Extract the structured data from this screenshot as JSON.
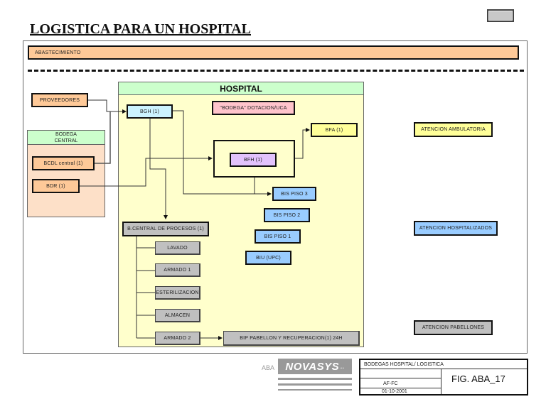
{
  "title": "LOGISTICA PARA UN HOSPITAL",
  "corner_button": {
    "icon": "window-button-icon"
  },
  "abastecimiento": "ABASTECIMIENTO",
  "hospital": {
    "header": "HOSPITAL",
    "nodes": {
      "bgh": "BGH (1)",
      "bodega_dotacion": "\"BODEGA\" DOTACION/UCA",
      "bfa": "BFA (1)",
      "bfh": "BFH (1)",
      "bis_piso3": "BIS PISO 3",
      "bis_piso2": "BIS PISO 2",
      "bis_piso1": "BIS PISO 1",
      "biu": "BIU (UPC)",
      "bcentral": "B.CENTRAL DE  PROCESOS (1)",
      "processes": [
        "LAVADO",
        "ARMADO 1",
        "ESTERILIZACION",
        "ALMACEN",
        "ARMADO 2"
      ],
      "bip": "BIP PABELLON Y RECUPERACION(1) 24H"
    }
  },
  "external": {
    "proveedores": "PROVEEDORES",
    "bodega_central": {
      "header_line1": "BODEGA",
      "header_line2": "CENTRAL",
      "bcdl": "BCDL central (1)",
      "bdr": "BDR (1)"
    }
  },
  "atencion": {
    "ambulatoria": "ATENCION AMBULATORIA",
    "hospitalizados": "ATENCION HOSPITALIZADOS",
    "pabellones": "ATENCION PABELLONES"
  },
  "footer": {
    "logo_prefix": "ABA",
    "logo_name": "NOVASYS",
    "logo_suffix": "..",
    "title_block": {
      "heading": "BODEGAS HOSPITAL/ LOGISTICA",
      "author": "AF-FC",
      "date": "01-10-2001",
      "figure": "FIG. ABA_17"
    }
  },
  "colors": {
    "orange": "#fec998",
    "hospital_bg": "#ffffcc",
    "header_green": "#ccffcc",
    "cyan": "#ccf3ff",
    "pink": "#ffc4cc",
    "yellow": "#ffff99",
    "purple": "#e2c2fc",
    "blue": "#99ccff",
    "gray": "#c0c0c0"
  }
}
